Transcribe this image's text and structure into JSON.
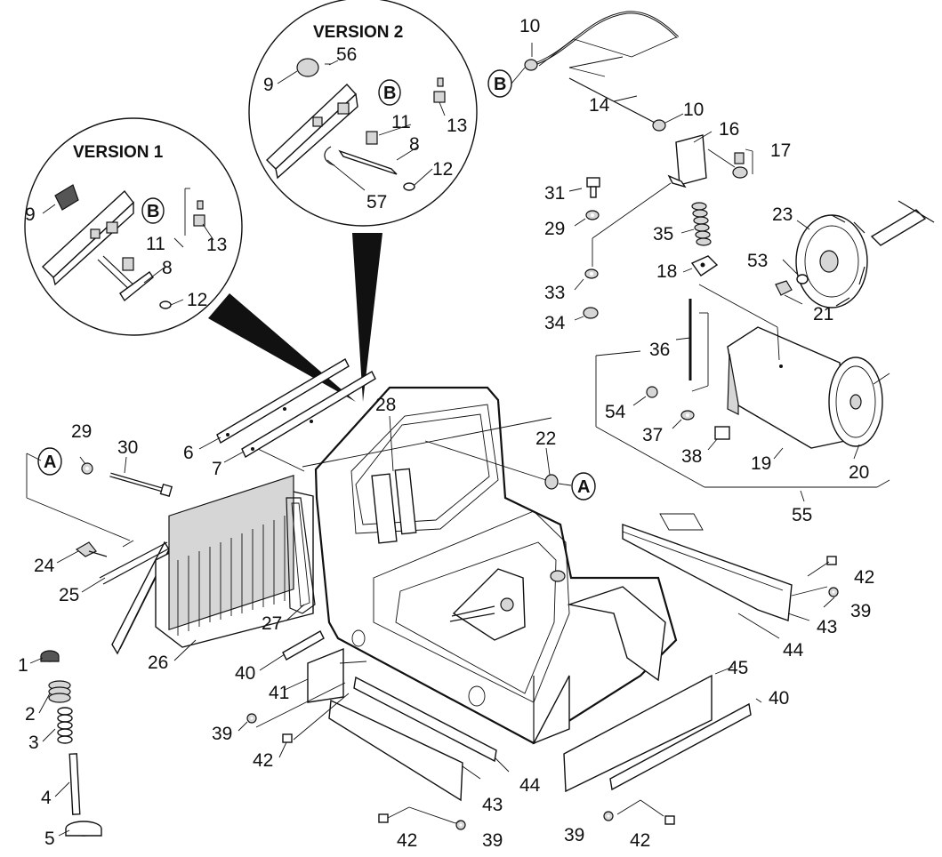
{
  "insets": {
    "version1_label": "VERSION 1",
    "version2_label": "VERSION 2"
  },
  "connectors": {
    "a": "A",
    "b": "B"
  },
  "callouts": {
    "n1": "1",
    "n2": "2",
    "n3": "3",
    "n4": "4",
    "n5": "5",
    "n6": "6",
    "n7": "7",
    "n8": "8",
    "n9": "9",
    "n10": "10",
    "n11": "11",
    "n12": "12",
    "n13": "13",
    "n14": "14",
    "n16": "16",
    "n17": "17",
    "n18": "18",
    "n19": "19",
    "n20": "20",
    "n21": "21",
    "n22": "22",
    "n23": "23",
    "n24": "24",
    "n25": "25",
    "n26": "26",
    "n27": "27",
    "n28": "28",
    "n29": "29",
    "n30": "30",
    "n31": "31",
    "n33": "33",
    "n34": "34",
    "n35": "35",
    "n36": "36",
    "n37": "37",
    "n38": "38",
    "n39": "39",
    "n40": "40",
    "n41": "41",
    "n42": "42",
    "n43": "43",
    "n44": "44",
    "n45": "45",
    "n53": "53",
    "n54": "54",
    "n55": "55",
    "n56": "56",
    "n57": "57"
  }
}
